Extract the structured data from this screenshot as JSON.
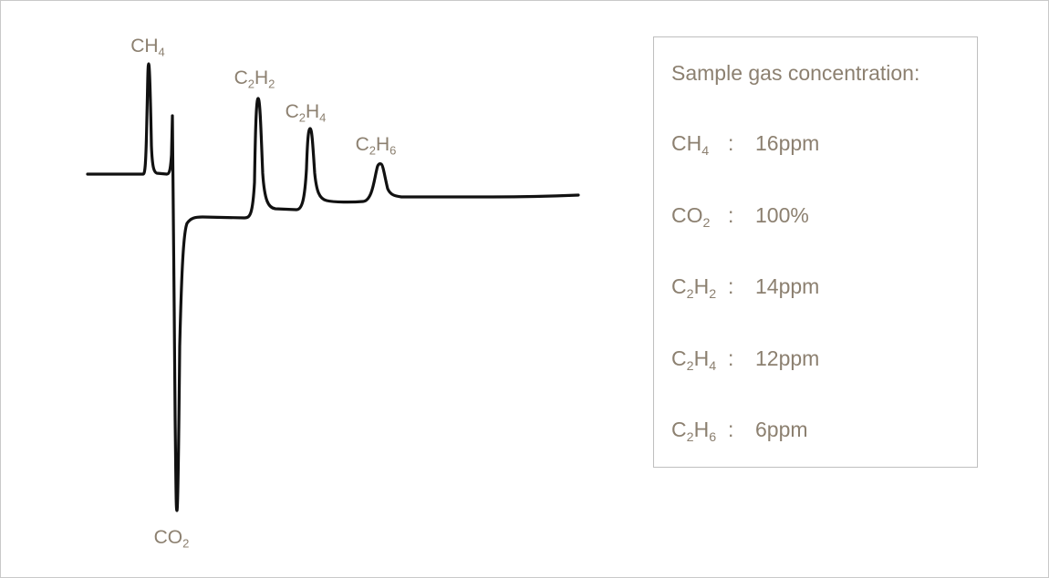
{
  "chart_data": {
    "type": "line",
    "title": "",
    "xlabel": "",
    "ylabel": "",
    "grid": false,
    "peaks": [
      {
        "gas": "CH4",
        "base": "CH",
        "sub": "4",
        "direction": "up"
      },
      {
        "gas": "CO2",
        "base": "CO",
        "sub": "2",
        "direction": "down"
      },
      {
        "gas": "C2H2",
        "parts": [
          [
            "C",
            "2"
          ],
          [
            "H",
            "2"
          ]
        ],
        "direction": "up"
      },
      {
        "gas": "C2H4",
        "parts": [
          [
            "C",
            "2"
          ],
          [
            "H",
            "4"
          ]
        ],
        "direction": "up"
      },
      {
        "gas": "C2H6",
        "parts": [
          [
            "C",
            "2"
          ],
          [
            "H",
            "6"
          ]
        ],
        "direction": "up"
      }
    ]
  },
  "legend": {
    "title": "Sample gas concentration:",
    "separator": ":",
    "items": [
      {
        "parts": [
          [
            "CH",
            "4"
          ]
        ],
        "value": "16ppm"
      },
      {
        "parts": [
          [
            "CO",
            "2"
          ]
        ],
        "value": "100%"
      },
      {
        "parts": [
          [
            "C",
            "2"
          ],
          [
            "H",
            "2"
          ]
        ],
        "value": "14ppm"
      },
      {
        "parts": [
          [
            "C",
            "2"
          ],
          [
            "H",
            "4"
          ]
        ],
        "value": "12ppm"
      },
      {
        "parts": [
          [
            "C",
            "2"
          ],
          [
            "H",
            "6"
          ]
        ],
        "value": "6ppm"
      }
    ]
  },
  "colors": {
    "trace": "#111111",
    "label": "#8c8070",
    "border": "#bfbfbf"
  }
}
